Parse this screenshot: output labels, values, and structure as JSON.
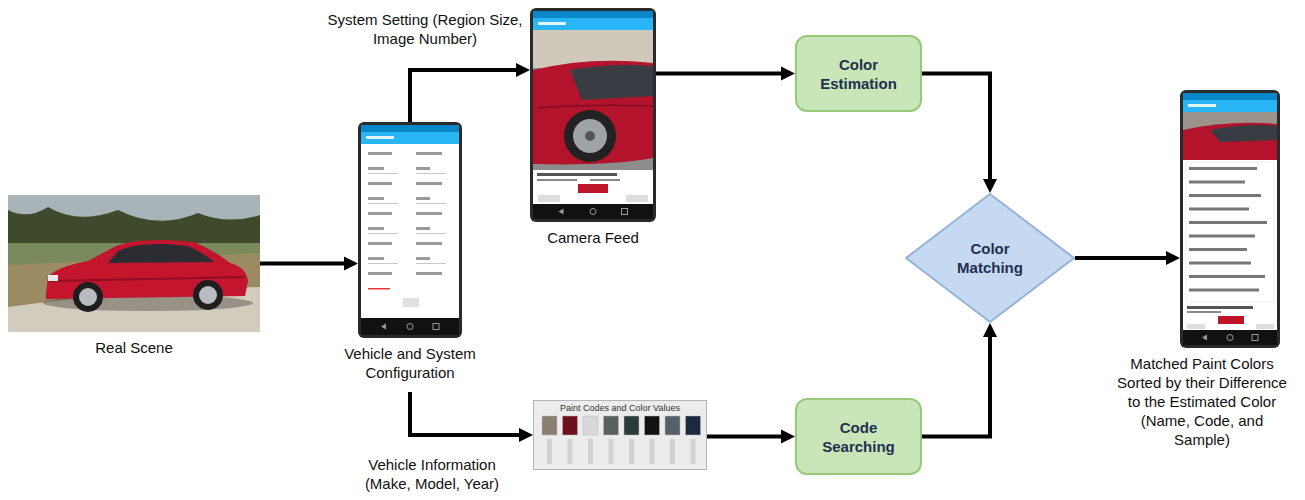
{
  "diagram": {
    "nodes": [
      {
        "text": [
          "Real Scene"
        ]
      },
      {
        "text": [
          "Vehicle and System Configuration"
        ]
      },
      {
        "text": [
          "Camera Feed"
        ]
      },
      {
        "text": [
          "Paint Codes and Color Values"
        ]
      },
      {
        "text": [
          "Color Estimation"
        ]
      },
      {
        "text": [
          "Code Searching"
        ]
      },
      {
        "text": [
          "Color Matching"
        ]
      },
      {
        "text": [
          "Matched Paint Colors Sorted by their Difference to the Estimated Color (Name, Code, and Sample)"
        ]
      }
    ],
    "edges": [
      {
        "from": 0,
        "to": 1,
        "arrow": "to"
      },
      {
        "from": 1,
        "to": 2,
        "arrow": "to",
        "label": "System Setting (Region Size, Image Number)"
      },
      {
        "from": 1,
        "to": 3,
        "arrow": "to",
        "label": "Vehicle Information (Make, Model, Year)"
      },
      {
        "from": 2,
        "to": 4,
        "arrow": "to"
      },
      {
        "from": 3,
        "to": 5,
        "arrow": "to"
      },
      {
        "from": 4,
        "to": 6,
        "arrow": "to"
      },
      {
        "from": 5,
        "to": 6,
        "arrow": "to"
      },
      {
        "from": 6,
        "to": 7,
        "arrow": "to"
      }
    ]
  }
}
